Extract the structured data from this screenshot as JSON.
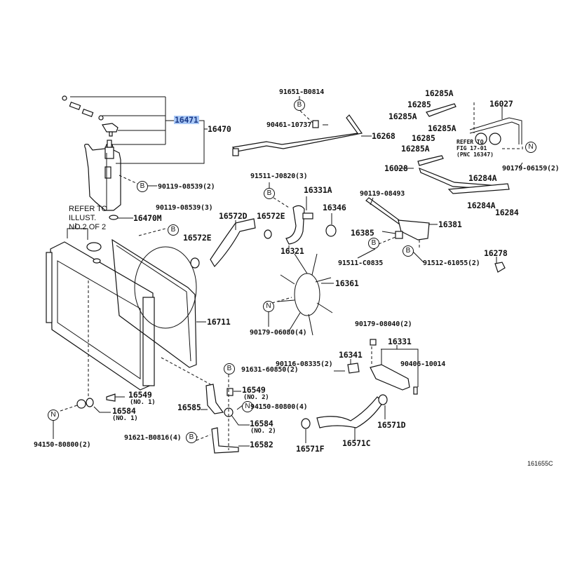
{
  "diagram": {
    "title": "Radiator & Water Outlet parts diagram",
    "figure_id": "161655C",
    "highlight_color": "#a9c8f5",
    "highlighted_part": "16471",
    "notes": {
      "refer_illust": "REFER TO\nILLUST.\nNO.2 OF 2",
      "refer_fig": "REFER TO\nFIG 17-01\n(PNC 16347)"
    },
    "symbols": {
      "bolt": "B",
      "nut": "N"
    },
    "labels": {
      "l16471": "16471",
      "l16470": "16470",
      "l90119_08539_2": "90119-08539(2)",
      "l90119_08539_3": "90119-08539(3)",
      "l16470M": "16470M",
      "l91651_B0814": "91651-B0814",
      "l90461_10737": "90461-10737",
      "l16268": "16268",
      "l16285A_1": "16285A",
      "l16285_1": "16285",
      "l16285A_2": "16285A",
      "l16285A_3": "16285A",
      "l16285_2": "16285",
      "l16285A_4": "16285A",
      "l16027": "16027",
      "l16028": "16028",
      "l90179_06159": "90179-06159(2)",
      "l16284A_1": "16284A",
      "l16284A_2": "16284A",
      "l16284": "16284",
      "l91511_J0820": "91511-J0820(3)",
      "l16331A": "16331A",
      "l16346": "16346",
      "l16572D": "16572D",
      "l16572E_1": "16572E",
      "l16572E_2": "16572E",
      "l16321": "16321",
      "l90119_08493": "90119-08493",
      "l16381": "16381",
      "l16385": "16385",
      "l91511_C0835": "91511-C0835",
      "l91512_61055": "91512-61055(2)",
      "l16278": "16278",
      "l16361": "16361",
      "l90179_06080": "90179-06080(4)",
      "l16711": "16711",
      "l90179_08040": "90179-08040(2)",
      "l16331": "16331",
      "l16341": "16341",
      "l90116_08335": "90116-08335(2)",
      "l90406_10014": "90406-10014",
      "l91631_60850": "91631-60850(2)",
      "l16549_2": "16549",
      "l16549_2n": "(NO. 2)",
      "l94150_80800_4": "94150-80800(4)",
      "l16585": "16585",
      "l16584_2": "16584",
      "l16584_2n": "(NO. 2)",
      "l16582": "16582",
      "l91621_B0816": "91621-B0816(4)",
      "l16549_1": "16549",
      "l16549_1n": "(NO. 1)",
      "l16584_1": "16584",
      "l16584_1n": "(NO. 1)",
      "l94150_80800_2": "94150-80800(2)",
      "l16571D": "16571D",
      "l16571C": "16571C",
      "l16571F": "16571F"
    }
  }
}
